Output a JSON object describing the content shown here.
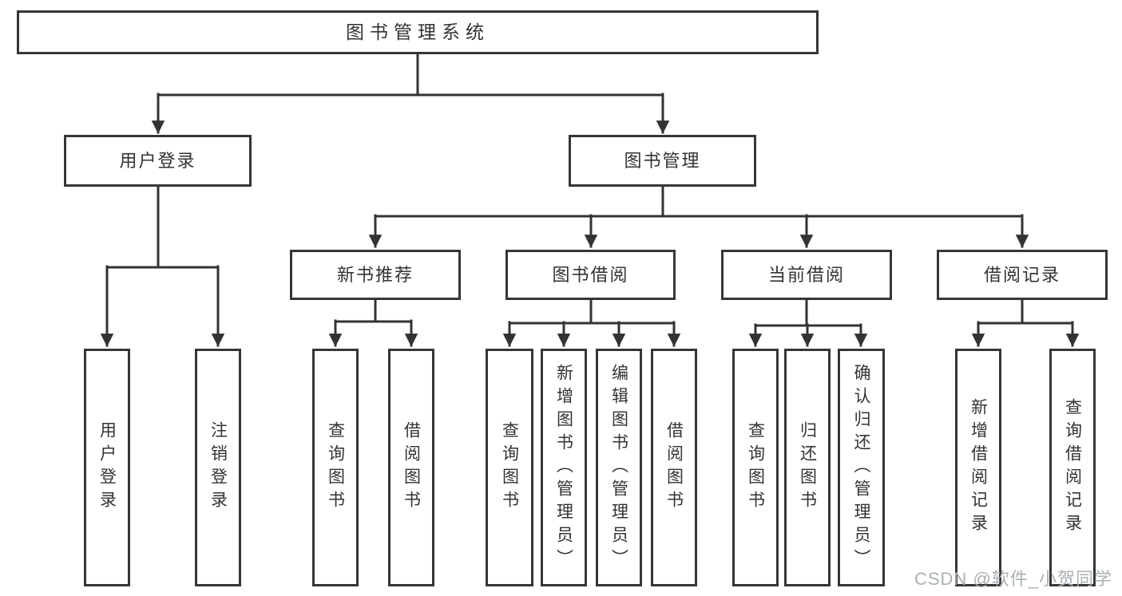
{
  "tree": {
    "root": {
      "label": "图书管理系统"
    },
    "children": [
      {
        "label": "用户登录",
        "children": [
          {
            "label": "用户登录"
          },
          {
            "label": "注销登录"
          }
        ]
      },
      {
        "label": "图书管理",
        "children": [
          {
            "label": "新书推荐",
            "children": [
              {
                "label": "查询图书"
              },
              {
                "label": "借阅图书"
              }
            ]
          },
          {
            "label": "图书借阅",
            "children": [
              {
                "label": "查询图书"
              },
              {
                "label": "新增图书（管理员）"
              },
              {
                "label": "编辑图书（管理员）"
              },
              {
                "label": "借阅图书"
              }
            ]
          },
          {
            "label": "当前借阅",
            "children": [
              {
                "label": "查询图书"
              },
              {
                "label": "归还图书"
              },
              {
                "label": "确认归还（管理员）"
              }
            ]
          },
          {
            "label": "借阅记录",
            "children": [
              {
                "label": "新增借阅记录"
              },
              {
                "label": "查询借阅记录"
              }
            ]
          }
        ]
      }
    ]
  },
  "watermark": {
    "text": "CSDN @软件_小贺同学"
  },
  "colors": {
    "line": "#333333",
    "border": "#363636",
    "text": "#333333",
    "watermark": "#aab0b4",
    "background": "#ffffff"
  }
}
